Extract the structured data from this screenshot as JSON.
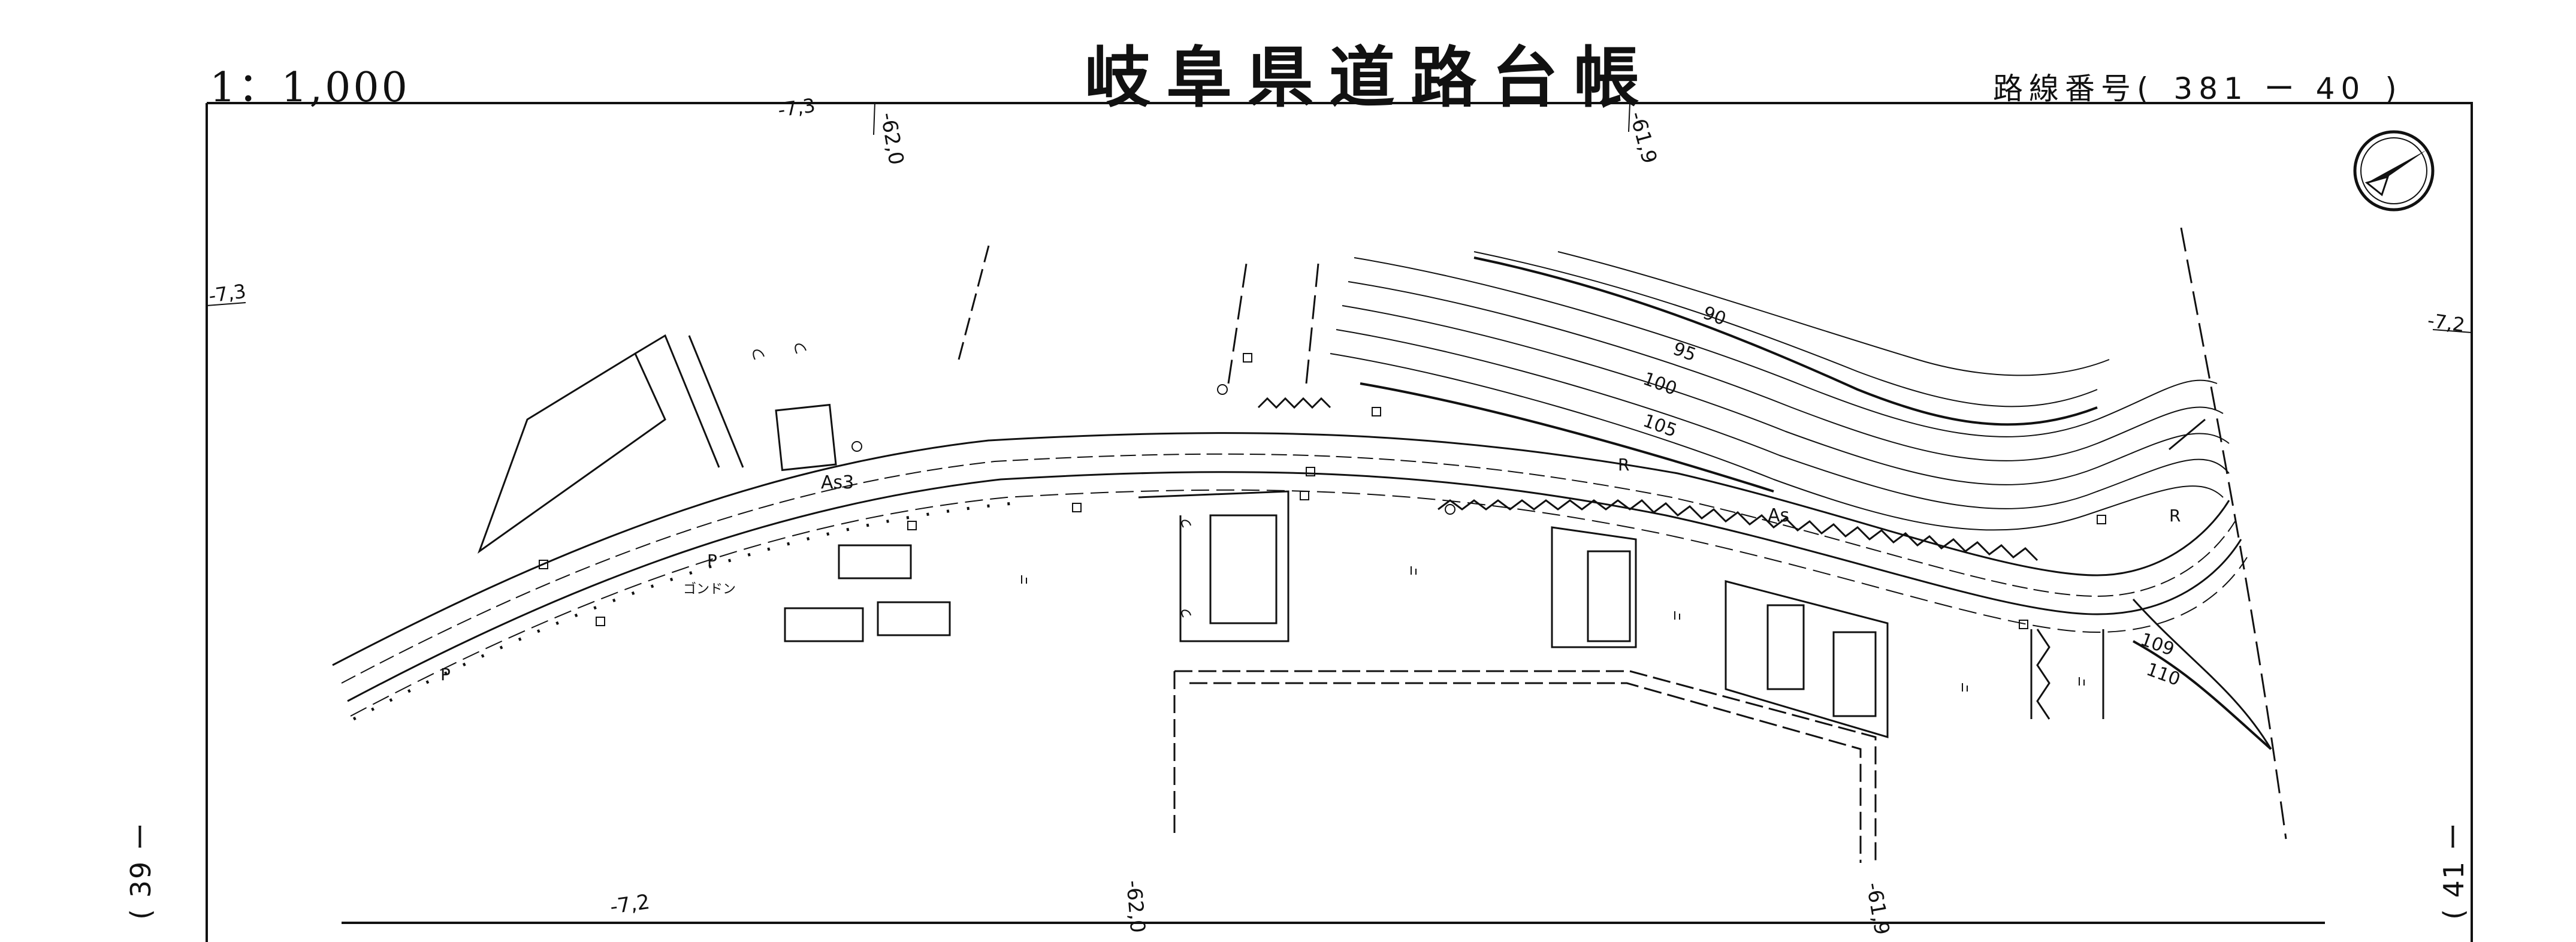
{
  "header": {
    "scale": "1：1,000",
    "title": "岐阜県道路台帳",
    "route_label": "路線番号(",
    "route_number": "381 ー 40",
    "route_close": ")"
  },
  "sheets": {
    "prev": "( 39 ー",
    "next": "( 41 ー"
  },
  "grid_labels": {
    "tl_x": "-7,3",
    "top_a": "-62,0",
    "top_b": "-61,9",
    "left_y": "-7,3",
    "right_y": "-7,2",
    "bottom_x": "-7,2",
    "bottom_a": "-62,0",
    "bottom_b": "-61,9"
  },
  "contours": {
    "c90": "90",
    "c95": "95",
    "c100": "100",
    "c105": "105",
    "c109": "109",
    "c110": "110"
  },
  "road_labels": {
    "as3": "As3",
    "as": "As",
    "r1": "R",
    "r2": "R",
    "p1": "P",
    "p2": "P",
    "side": "ゴンドン"
  },
  "symbols": {
    "north_arrow": "north-arrow-icon",
    "field": "field-symbol-icon"
  }
}
